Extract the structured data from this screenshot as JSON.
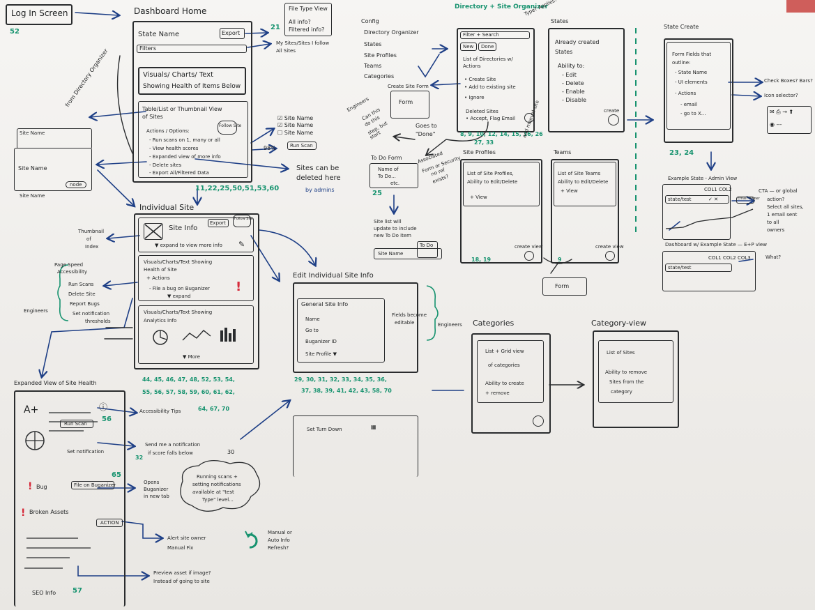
{
  "login": {
    "title": "Log In Screen",
    "num": "52"
  },
  "dashboard": {
    "title": "Dashboard Home",
    "site_name": "State Name",
    "export": "Export",
    "filters": "Filters",
    "visuals_1": "Visuals/ Charts/ Text",
    "visuals_2": "Showing Health of Items Below",
    "table_1": "Table/List or Thumbnail View",
    "table_2": "of Sites",
    "actions": "Actions / Options:",
    "opt_1": "- Run scans on 1, many or all",
    "opt_2": "- View health scores",
    "opt_3": "- Expanded view of more info",
    "opt_4": "- Delete sites",
    "opt_5": "- Export All/Filtered Data",
    "follow": "Follow Site",
    "run_scan": "Run Scan",
    "pct": "98%",
    "nums": "11,22,25,50,51,53,60",
    "by_admins": "by admins"
  },
  "checklist": [
    "Site Name",
    "Site Name",
    "Site Name"
  ],
  "deleted_note": {
    "l1": "Sites can be",
    "l2": "deleted here"
  },
  "side_cards": {
    "c1": "Site Name",
    "c2": "Site Name",
    "c3": "Site Name",
    "node": "node"
  },
  "filetype": {
    "title": "File Type View",
    "l1": "All info?",
    "l2": "Filtered info?",
    "num": "21"
  },
  "filter_note": {
    "l1": "My Sites/Sites I follow",
    "l2": "All Sites"
  },
  "from_dir": "from Directory Organizer",
  "config": {
    "l1": "Config",
    "l2": "Directory Organizer",
    "l3": "States",
    "l4": "Site Profiles",
    "l5": "Teams",
    "l6": "Categories"
  },
  "dir_org": {
    "title": "Directory + Site Organizer",
    "type_note": "Type? Applies?",
    "filter_search": "Filter + Search",
    "tab_new": "New",
    "tab_done": "Done",
    "list_1": "List of Directories w/",
    "list_2": "Actions",
    "a1": "• Create Site",
    "a2": "• Add to existing site",
    "a3": "• Ignore",
    "deleted": "Deleted Sites",
    "accept": "• Accept, Flag Email",
    "nums": "8, 9, 10, 12, 14, 15, 16, 26",
    "nums2": "27, 33",
    "add_manual": "add manual site"
  },
  "states_panel": {
    "title": "States",
    "l1": "Already created",
    "l2": "States",
    "l3": "Ability to:",
    "e1": "- Edit",
    "e2": "- Delete",
    "e3": "- Enable",
    "e4": "- Disable",
    "create": "create"
  },
  "create_form": {
    "label": "Create Site Form",
    "form": "Form",
    "goes": "Goes to",
    "done": "\"Done\""
  },
  "engineers_note": {
    "l1": "Engineers",
    "l2": "Can this",
    "l3": "do this",
    "l4": "step, but",
    "l5": "start"
  },
  "todo": {
    "title": "To Do Form",
    "l1": "Name of",
    "l2": "To Do...",
    "l3": "etc.",
    "num": "25"
  },
  "site_list_note": {
    "l1": "Site list will",
    "l2": "update to include",
    "l3": "new To Do item"
  },
  "todo_row": {
    "site": "Site Name",
    "todo": "To Do"
  },
  "assoc_note": {
    "l1": "Associated",
    "l2": "Form or Security",
    "l3": "no ref",
    "l4": "exists?"
  },
  "profiles": {
    "title": "Site Profiles",
    "l1": "List of Site Profiles,",
    "l2": "Ability to Edit/Delete",
    "l3": "+ View",
    "create": "create view",
    "nums": "18, 19"
  },
  "teams": {
    "title": "Teams",
    "l1": "List of Site Teams",
    "l2": "Ability to Edit/Delete",
    "l3": "+ View",
    "create": "create view",
    "num": "9"
  },
  "form_bottom": "Form",
  "state_create": {
    "title": "State Create",
    "l1": "Form Fields that",
    "l2": "outline:",
    "f1": "- State Name",
    "f2": "- UI elements",
    "f3": "- Actions",
    "f4": "- email",
    "f5": "- go to X...",
    "check": "Check Boxes? Bars?",
    "icon_sel": "Icon selector?",
    "nums": "23, 24"
  },
  "example_state": {
    "title": "Example State - Admin View",
    "cta_1": "CTA — or global",
    "cta_2": "action?",
    "cta_3": "Select all sites,",
    "cta_4": "1 email sent",
    "cta_5": "to all",
    "cta_6": "owners",
    "row": "state/test",
    "cols": "COL1  COL2",
    "btn": "Email Owner"
  },
  "dash_example": {
    "title": "Dashboard w/ Example State — E+P view",
    "row": "state/test",
    "what": "What?",
    "cols": "COL1 COL2 COL3"
  },
  "individual": {
    "title": "Individual Site",
    "site_info": "Site Info",
    "export": "Export",
    "follow": "Follow Site",
    "expand": "▼ expand to view more info",
    "v1": "Visuals/Charts/Text Showing",
    "v2": "Health of Site",
    "v3": "+ Actions",
    "bug": "- File a bug on Buganizer",
    "expand2": "▼ expand",
    "v4": "Visuals/Charts/Text Showing",
    "v5": "Analytics Info",
    "more": "▼ More",
    "nums_1": "44, 45, 46, 47, 48, 52, 53, 54,",
    "nums_2": "55, 56, 57, 58, 59, 60, 61, 62,",
    "acc": "Accessibility Tips",
    "nums_3": "64, 67, 70"
  },
  "thumb_note": {
    "l1": "Thumbnail",
    "l2": "of",
    "l3": "Index"
  },
  "engineers_left": {
    "page_speed": "Page Speed",
    "accessibility": "Accessibility",
    "run": "Run Scans",
    "delete": "Delete Site",
    "report": "Report Bugs",
    "notif": "Set notification",
    "thresh": "thresholds",
    "eng": "Engineers"
  },
  "edit": {
    "title": "Edit Individual Site Info",
    "general": "General Site Info",
    "name": "Name",
    "goto": "Go to",
    "bug": "Buganizer ID",
    "profile": "Site Profile ▼",
    "fields_1": "Fields become",
    "fields_2": "editable",
    "eng": "Engineers",
    "nums_1": "29, 30, 31, 32, 33, 34, 35, 36,",
    "nums_2": "37, 38, 39, 41, 42, 43, 58, 70",
    "turndown": "Set Turn Down"
  },
  "expanded": {
    "title": "Expanded View of Site Health",
    "grade": "A+",
    "run_scan": "Run Scan",
    "num56": "56",
    "set_notif": "Set notification",
    "bug": "Bug",
    "file_bug": "File on Buganizer",
    "num65": "65",
    "broken": "Broken Assets",
    "action": "ACTION",
    "seo": "SEO Info",
    "num57": "57"
  },
  "notes": {
    "send_1": "Send me a notification",
    "send_2": "if score falls below",
    "send_num": "30",
    "num32": "32",
    "opens_1": "Opens",
    "opens_2": "Buganizer",
    "opens_3": "in new tab",
    "cloud_1": "Running scans +",
    "cloud_2": "setting notifications",
    "cloud_3": "available at \"test",
    "cloud_4": "Type\" level...",
    "alert_1": "Alert site owner",
    "alert_2": "Manual Fix",
    "refresh_1": "Manual or",
    "refresh_2": "Auto Info",
    "refresh_3": "Refresh?",
    "preview_1": "Preview asset if image?",
    "preview_2": "Instead of going to site"
  },
  "categories": {
    "title": "Categories",
    "l1": "List + Grid view",
    "l2": "of categories",
    "l3": "Ability to create",
    "l4": "+ remove"
  },
  "cat_view": {
    "title": "Category-view",
    "l1": "List of Sites",
    "l2": "Ability to remove",
    "l3": "Sites from the",
    "l4": "category"
  },
  "colors": {
    "ink": "#1f2122",
    "blue": "#1e3f86",
    "green": "#17936f",
    "red": "#d62a3a",
    "board": "#f1efec"
  }
}
